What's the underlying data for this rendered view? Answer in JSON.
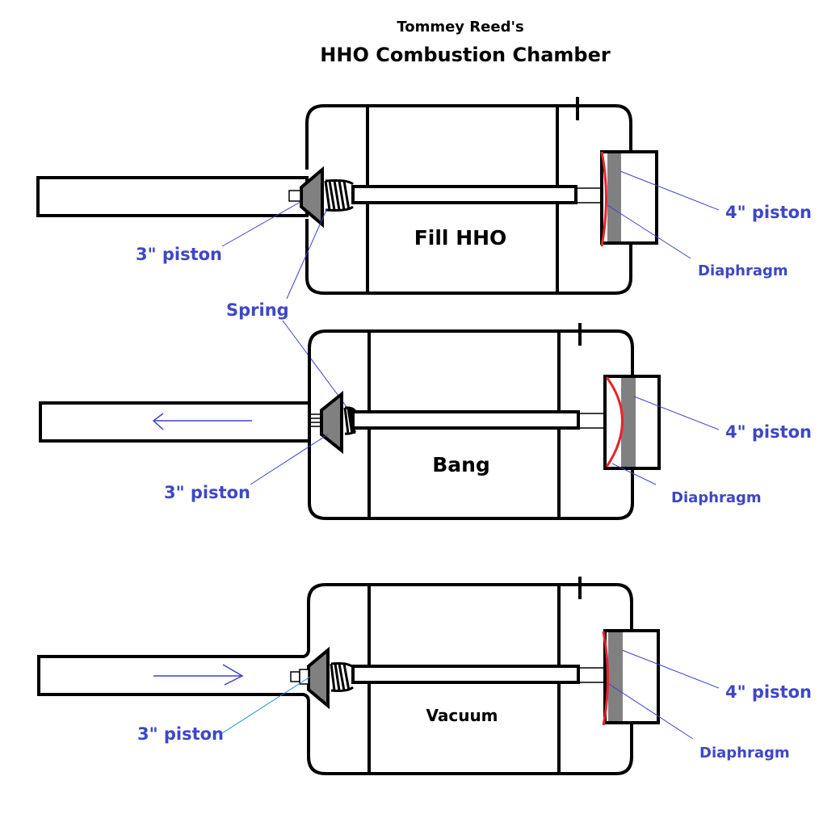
{
  "title": {
    "line1": "Tommey Reed's",
    "line2": "HHO Combustion Chamber"
  },
  "colors": {
    "outline": "#000000",
    "label": "#3d47c6",
    "leader": "#3b44c8",
    "leader_alt": "#1a8fd6",
    "piston_fill": "#808080",
    "diaphragm": "#e8232a"
  },
  "stages": [
    {
      "id": "fill",
      "state_label": "Fill HHO",
      "arrow": "none",
      "labels": {
        "small_piston": "3\" piston",
        "spring": "Spring",
        "large_piston": "4\" piston",
        "diaphragm": "Diaphragm"
      }
    },
    {
      "id": "bang",
      "state_label": "Bang",
      "arrow": "left",
      "labels": {
        "small_piston": "3\" piston",
        "large_piston": "4\" piston",
        "diaphragm": "Diaphragm"
      }
    },
    {
      "id": "vacuum",
      "state_label": "Vacuum",
      "arrow": "right",
      "labels": {
        "small_piston": "3\" piston",
        "large_piston": "4\" piston",
        "diaphragm": "Diaphragm"
      }
    }
  ]
}
